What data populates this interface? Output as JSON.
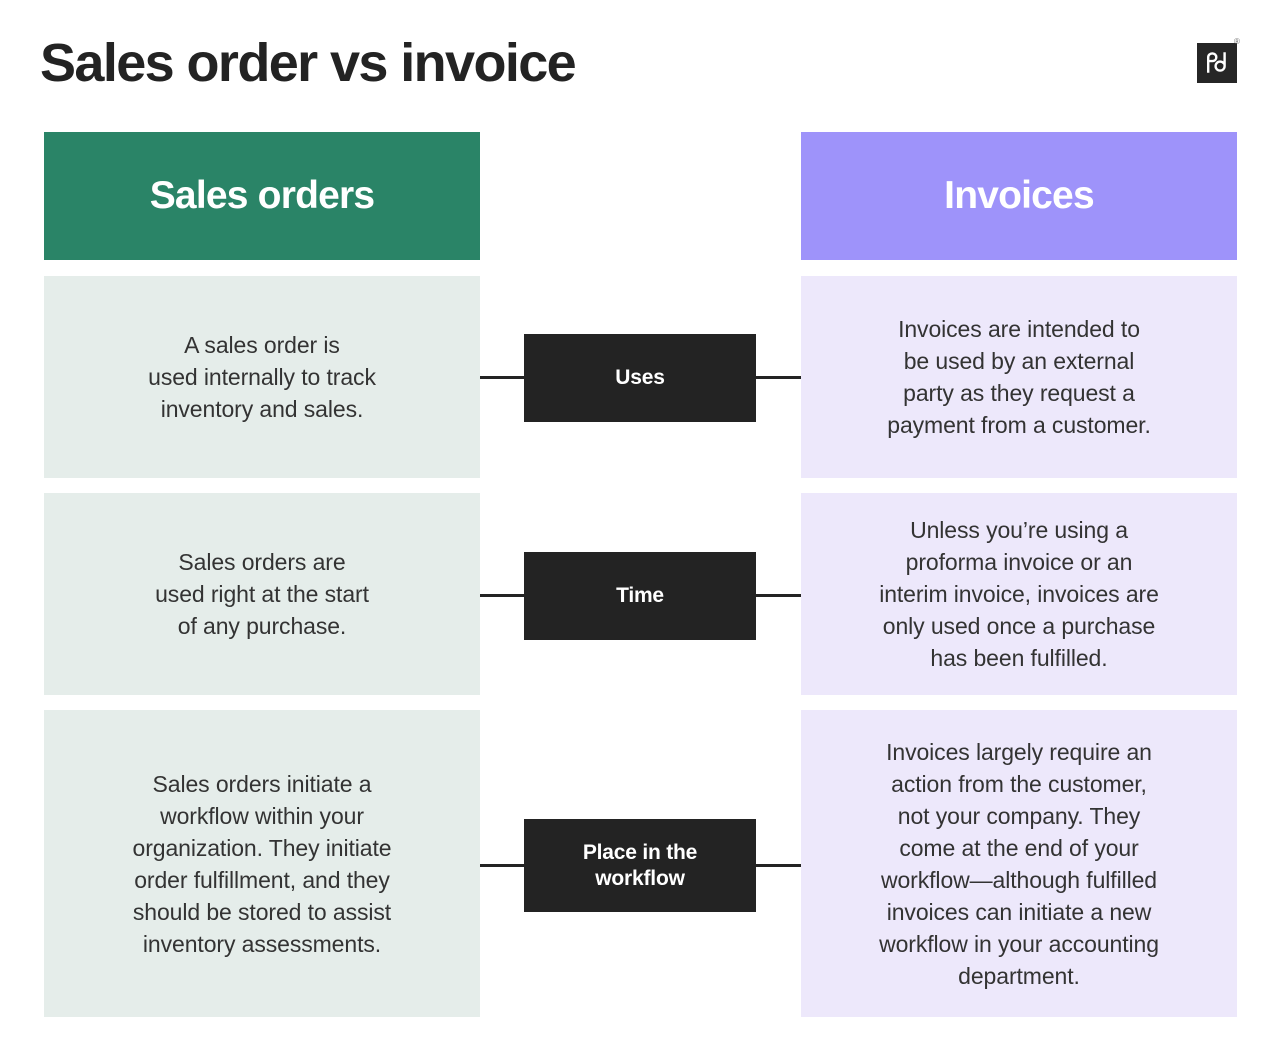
{
  "header": {
    "title": "Sales order vs invoice",
    "logo_name": "pandadoc-logo",
    "logo_text": "pd",
    "registered_mark": "®"
  },
  "colors": {
    "background": "#FFFFFF",
    "left_header": "#2A8467",
    "right_header": "#9E93FA",
    "left_cell": "#E5EDEA",
    "right_cell": "#EDE8FB",
    "badge": "#232323",
    "title_text": "#232323",
    "body_text": "#333333",
    "header_text": "#FFFFFF"
  },
  "columns": {
    "left": {
      "label": "Sales orders"
    },
    "right": {
      "label": "Invoices"
    }
  },
  "rows": [
    {
      "criterion": "Uses",
      "left": "A sales order is\nused internally to track\ninventory and sales.",
      "right": "Invoices are intended to\nbe used by an external\nparty as they request a\npayment from a customer."
    },
    {
      "criterion": "Time",
      "left": "Sales orders are\nused right at the start\nof any purchase.",
      "right": "Unless you’re using a\nproforma invoice or an\ninterim invoice, invoices are\nonly used once a purchase\nhas been fulfilled."
    },
    {
      "criterion": "Place in the\nworkflow",
      "left": "Sales orders initiate a\nworkflow within your\norganization. They initiate\norder fulfillment, and they\nshould be stored to assist\ninventory assessments.",
      "right": "Invoices largely require an\naction from the customer,\nnot your company. They\ncome at the end of your\nworkflow—although fulfilled\ninvoices can initiate a new\nworkflow in your accounting\ndepartment."
    }
  ]
}
